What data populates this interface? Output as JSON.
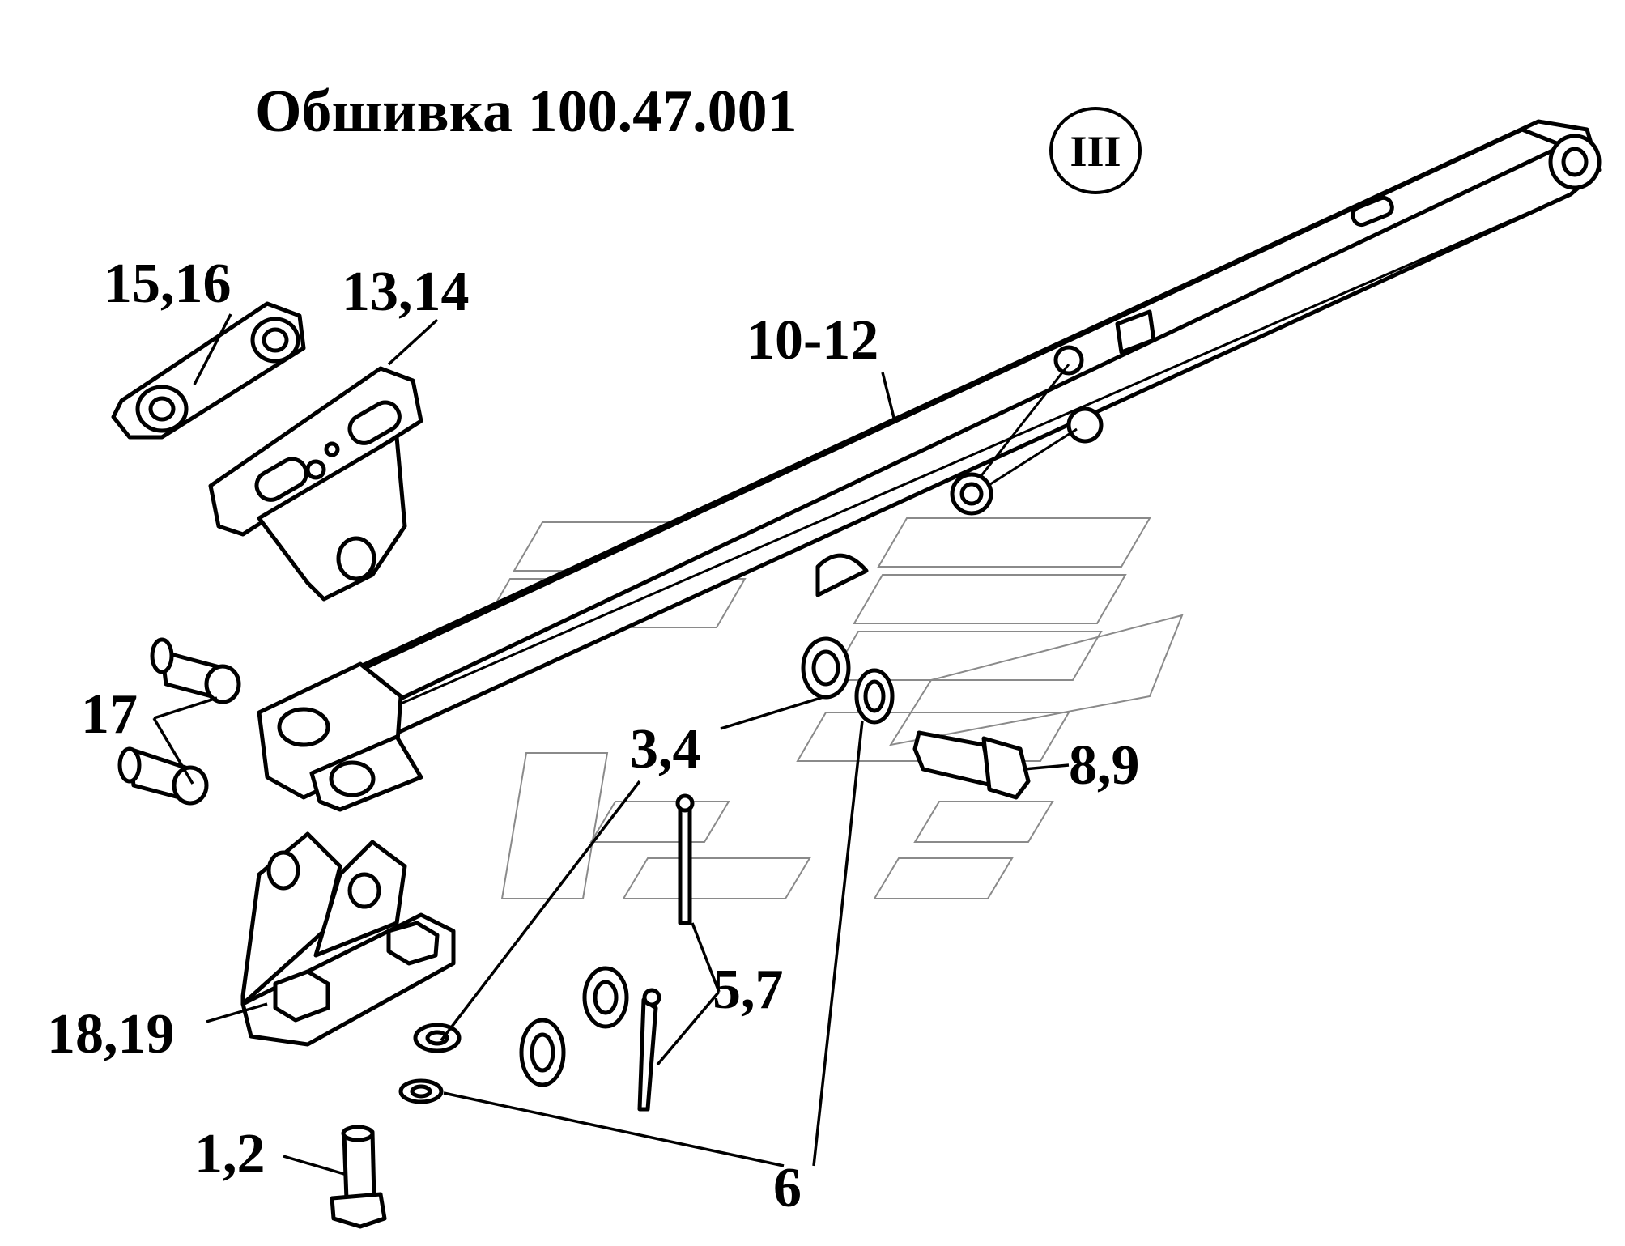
{
  "title": "Обшивка 100.47.001",
  "section_marker": "III",
  "callouts": {
    "c_15_16": "15,16",
    "c_13_14": "13,14",
    "c_10_12": "10-12",
    "c_17": "17",
    "c_3_4": "3,4",
    "c_8_9": "8,9",
    "c_5_7": "5,7",
    "c_18_19": "18,19",
    "c_1_2": "1,2",
    "c_6": "6"
  }
}
